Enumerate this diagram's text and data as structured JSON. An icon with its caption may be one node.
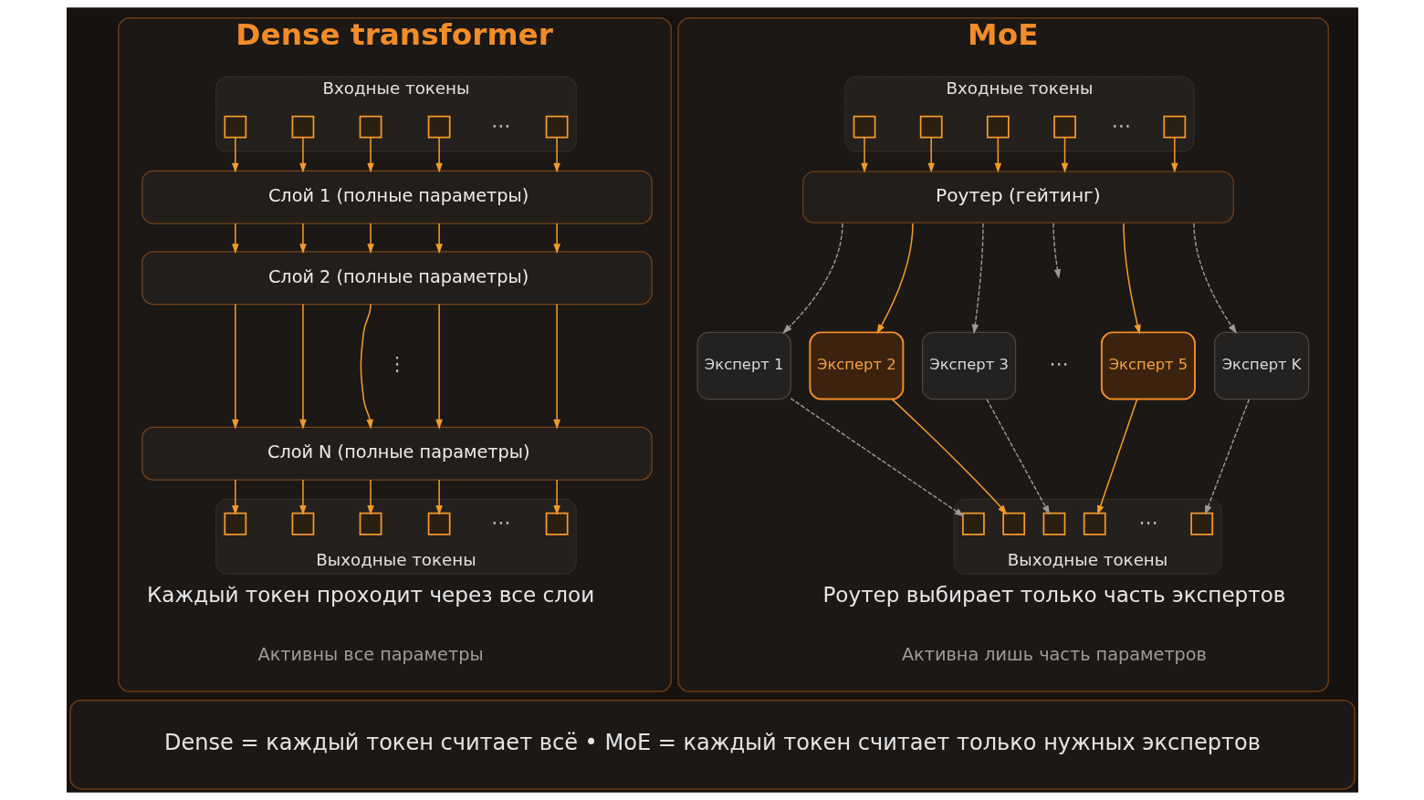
{
  "diagram": {
    "nodes": [
      {
        "text": [
          "Dense transformer"
        ]
      },
      {
        "text": [
          "Входные токены"
        ],
        "in": 0
      },
      {
        "text": [],
        "shape": "box",
        "in": 1
      },
      {
        "text": [],
        "shape": "box",
        "in": 1
      },
      {
        "text": [],
        "shape": "box",
        "in": 1
      },
      {
        "text": [],
        "shape": "box",
        "in": 1
      },
      {
        "text": [],
        "shape": "box",
        "in": 1
      },
      {
        "text": [
          "Слой 1 (полные параметры)"
        ],
        "in": 0
      },
      {
        "text": [
          "Слой 2 (полные параметры)"
        ],
        "in": 0
      },
      {
        "text": [
          "Слой N (полные параметры)"
        ],
        "in": 0
      },
      {
        "text": [
          "Выходные токены"
        ],
        "in": 0
      },
      {
        "text": [],
        "shape": "box",
        "in": 10
      },
      {
        "text": [],
        "shape": "box",
        "in": 10
      },
      {
        "text": [],
        "shape": "box",
        "in": 10
      },
      {
        "text": [],
        "shape": "box",
        "in": 10
      },
      {
        "text": [],
        "shape": "box",
        "in": 10
      },
      {
        "text": [
          "MoE"
        ]
      },
      {
        "text": [
          "Входные токены"
        ],
        "in": 16
      },
      {
        "text": [],
        "shape": "box",
        "in": 17
      },
      {
        "text": [],
        "shape": "box",
        "in": 17
      },
      {
        "text": [],
        "shape": "box",
        "in": 17
      },
      {
        "text": [],
        "shape": "box",
        "in": 17
      },
      {
        "text": [],
        "shape": "box",
        "in": 17
      },
      {
        "text": [
          "Роутер (гейтинг)"
        ],
        "in": 16
      },
      {
        "text": [
          "Эксперт 1"
        ],
        "in": 16
      },
      {
        "text": [
          "Эксперт 2"
        ],
        "in": 16
      },
      {
        "text": [
          "Эксперт 3"
        ],
        "in": 16
      },
      {
        "text": [
          "Эксперт 5"
        ],
        "in": 16
      },
      {
        "text": [
          "Эксперт K"
        ],
        "in": 16
      },
      {
        "text": [
          "Выходные токены"
        ],
        "in": 16
      },
      {
        "text": [],
        "shape": "box",
        "in": 29
      },
      {
        "text": [],
        "shape": "box",
        "in": 29
      },
      {
        "text": [],
        "shape": "box",
        "in": 29
      },
      {
        "text": [],
        "shape": "box",
        "in": 29
      },
      {
        "text": [],
        "shape": "box",
        "in": 29
      },
      {
        "text": [
          "Dense = каждый токен считает всё • MoE = каждый токен считает только нужных экспертов"
        ]
      }
    ],
    "edges": [
      {
        "from": 2,
        "to": 7,
        "arrow": "to"
      },
      {
        "from": 3,
        "to": 7,
        "arrow": "to"
      },
      {
        "from": 4,
        "to": 7,
        "arrow": "to"
      },
      {
        "from": 5,
        "to": 7,
        "arrow": "to"
      },
      {
        "from": 6,
        "to": 7,
        "arrow": "to"
      },
      {
        "from": 7,
        "to": 8,
        "arrow": "to"
      },
      {
        "from": 7,
        "to": 8,
        "arrow": "to"
      },
      {
        "from": 7,
        "to": 8,
        "arrow": "to"
      },
      {
        "from": 7,
        "to": 8,
        "arrow": "to"
      },
      {
        "from": 7,
        "to": 8,
        "arrow": "to"
      },
      {
        "from": 8,
        "to": 9,
        "arrow": "to"
      },
      {
        "from": 8,
        "to": 9,
        "arrow": "to"
      },
      {
        "from": 8,
        "to": 9,
        "arrow": "to"
      },
      {
        "from": 8,
        "to": 9,
        "arrow": "to"
      },
      {
        "from": 8,
        "to": 9,
        "arrow": "to"
      },
      {
        "from": 9,
        "to": 11,
        "arrow": "to"
      },
      {
        "from": 9,
        "to": 12,
        "arrow": "to"
      },
      {
        "from": 9,
        "to": 13,
        "arrow": "to"
      },
      {
        "from": 9,
        "to": 14,
        "arrow": "to"
      },
      {
        "from": 9,
        "to": 15,
        "arrow": "to"
      },
      {
        "from": 18,
        "to": 23,
        "arrow": "to"
      },
      {
        "from": 19,
        "to": 23,
        "arrow": "to"
      },
      {
        "from": 20,
        "to": 23,
        "arrow": "to"
      },
      {
        "from": 21,
        "to": 23,
        "arrow": "to"
      },
      {
        "from": 22,
        "to": 23,
        "arrow": "to"
      },
      {
        "from": 23,
        "to": 24,
        "arrow": "to",
        "style": "dashed",
        "color": "#9a9a9a"
      },
      {
        "from": 23,
        "to": 25,
        "arrow": "to"
      },
      {
        "from": 23,
        "to": 26,
        "arrow": "to",
        "style": "dashed",
        "color": "#9a9a9a"
      },
      {
        "from": 23,
        "to": null,
        "arrow": "to",
        "style": "dashed",
        "color": "#9a9a9a"
      },
      {
        "from": 23,
        "to": 27,
        "arrow": "to"
      },
      {
        "from": 23,
        "to": 28,
        "arrow": "to",
        "style": "dashed",
        "color": "#9a9a9a"
      },
      {
        "from": 24,
        "to": 30,
        "arrow": "to",
        "style": "dashed",
        "color": "#9a9a9a"
      },
      {
        "from": 25,
        "to": 31,
        "arrow": "to"
      },
      {
        "from": 26,
        "to": 32,
        "arrow": "to",
        "style": "dashed",
        "color": "#9a9a9a"
      },
      {
        "from": 27,
        "to": 33,
        "arrow": "to"
      },
      {
        "from": 28,
        "to": 34,
        "arrow": "to",
        "style": "dashed",
        "color": "#9a9a9a"
      }
    ],
    "labels": [
      "⋯",
      "⋮",
      "⋯",
      "Каждый токен проходит через все слои",
      "Активны все параметры",
      "⋯",
      "⋯",
      "⋯",
      "Роутер выбирает только часть экспертов",
      "Активна лишь часть параметров"
    ]
  }
}
